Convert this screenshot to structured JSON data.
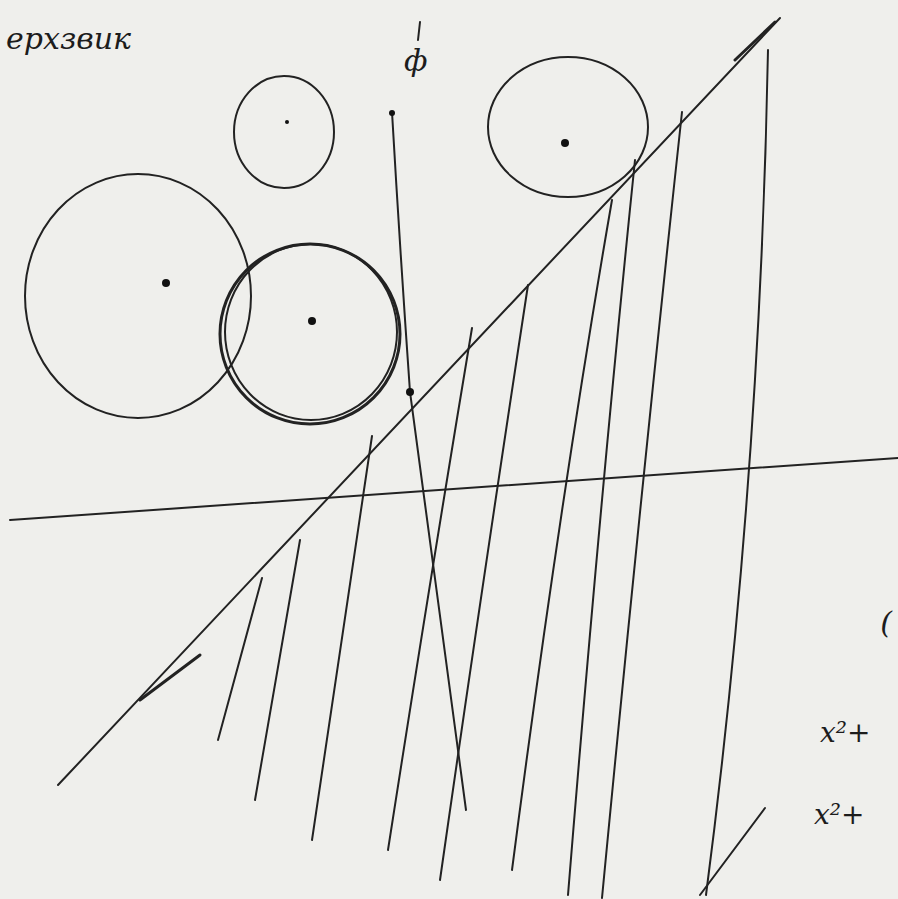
{
  "diagram": {
    "labels": [
      "ерхзвик",
      "ф",
      "(",
      "x²+",
      "x²+"
    ]
  }
}
